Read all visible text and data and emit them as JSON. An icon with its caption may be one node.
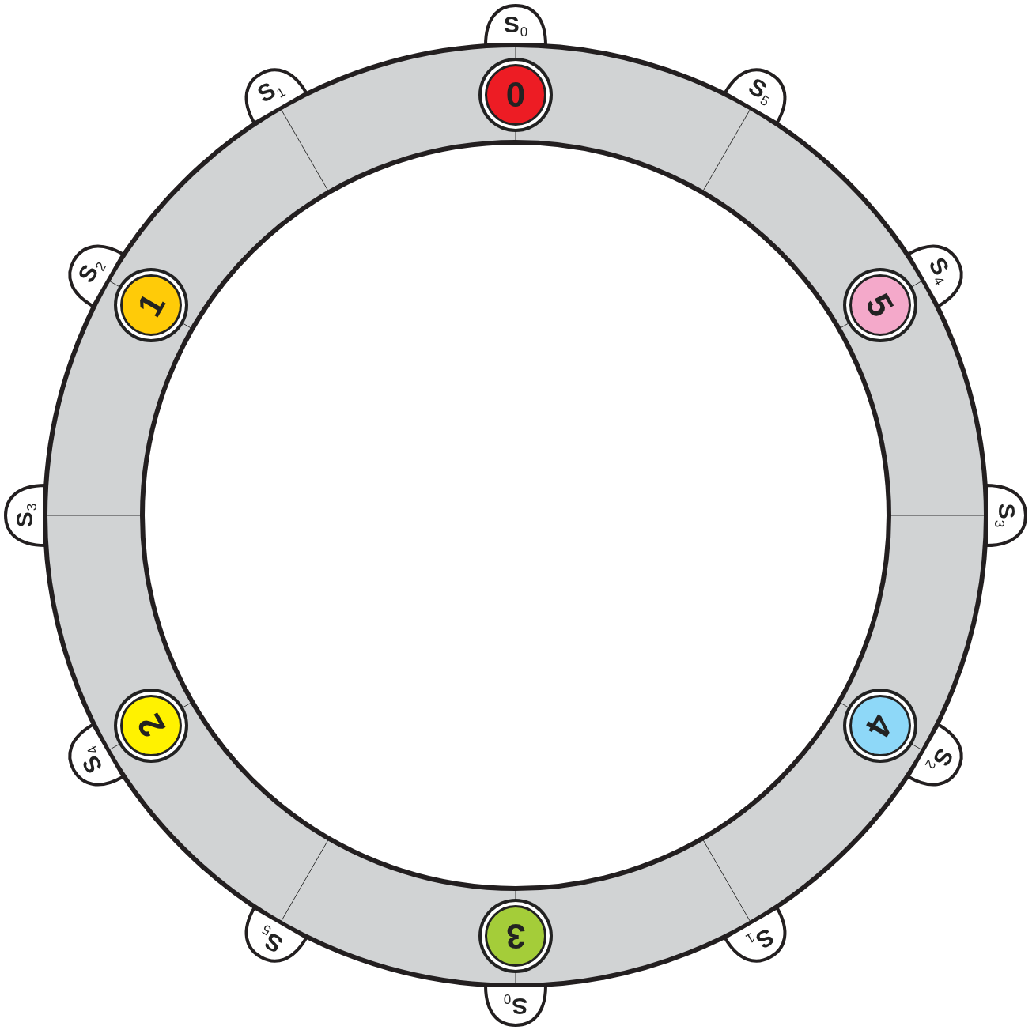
{
  "diagram": {
    "nodes": [
      {
        "text": [
          "0"
        ]
      },
      {
        "text": [
          "5"
        ]
      },
      {
        "text": [
          "4"
        ]
      },
      {
        "text": [
          "3"
        ]
      },
      {
        "text": [
          "2"
        ]
      },
      {
        "text": [
          "1"
        ]
      },
      {
        "text": [
          "S$_{0}$"
        ]
      },
      {
        "text": [
          "S$_{5}$"
        ]
      },
      {
        "text": [
          "S$_{4}$"
        ]
      },
      {
        "text": [
          "S$_{3}$"
        ]
      },
      {
        "text": [
          "S$_{2}$"
        ]
      },
      {
        "text": [
          "S$_{1}$"
        ]
      },
      {
        "text": [
          "S$_{0}$"
        ]
      },
      {
        "text": [
          "S$_{5}$"
        ]
      },
      {
        "text": [
          "S$_{4}$"
        ]
      },
      {
        "text": [
          "S$_{3}$"
        ]
      },
      {
        "text": [
          "S$_{2}$"
        ]
      },
      {
        "text": [
          "S$_{1}$"
        ]
      }
    ]
  }
}
